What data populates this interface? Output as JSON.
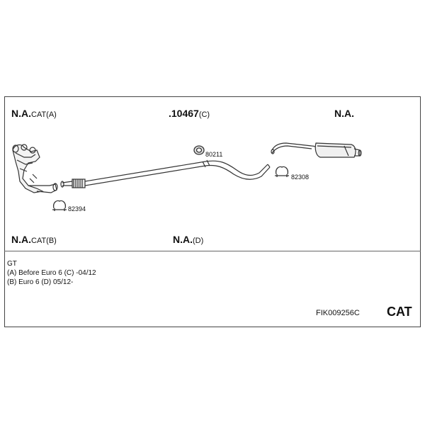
{
  "sections": {
    "top_left": {
      "main": "N.A.",
      "suffix": "CAT(A)"
    },
    "top_mid": {
      "main": ".10467",
      "suffix": "(C)"
    },
    "top_right": {
      "main": "N.A.",
      "suffix": ""
    },
    "bot_left": {
      "main": "N.A.",
      "suffix": "CAT(B)"
    },
    "bot_mid": {
      "main": "N.A.",
      "suffix": "(D)"
    }
  },
  "parts": {
    "p80211": "80211",
    "p82308": "82308",
    "p82394": "82394"
  },
  "notes": {
    "line1": "GT",
    "line2": "(A) Before Euro 6 (C) -04/12",
    "line3": "(B) Euro 6 (D) 05/12-"
  },
  "footer": {
    "code": "FIK009256C",
    "category": "CAT"
  }
}
